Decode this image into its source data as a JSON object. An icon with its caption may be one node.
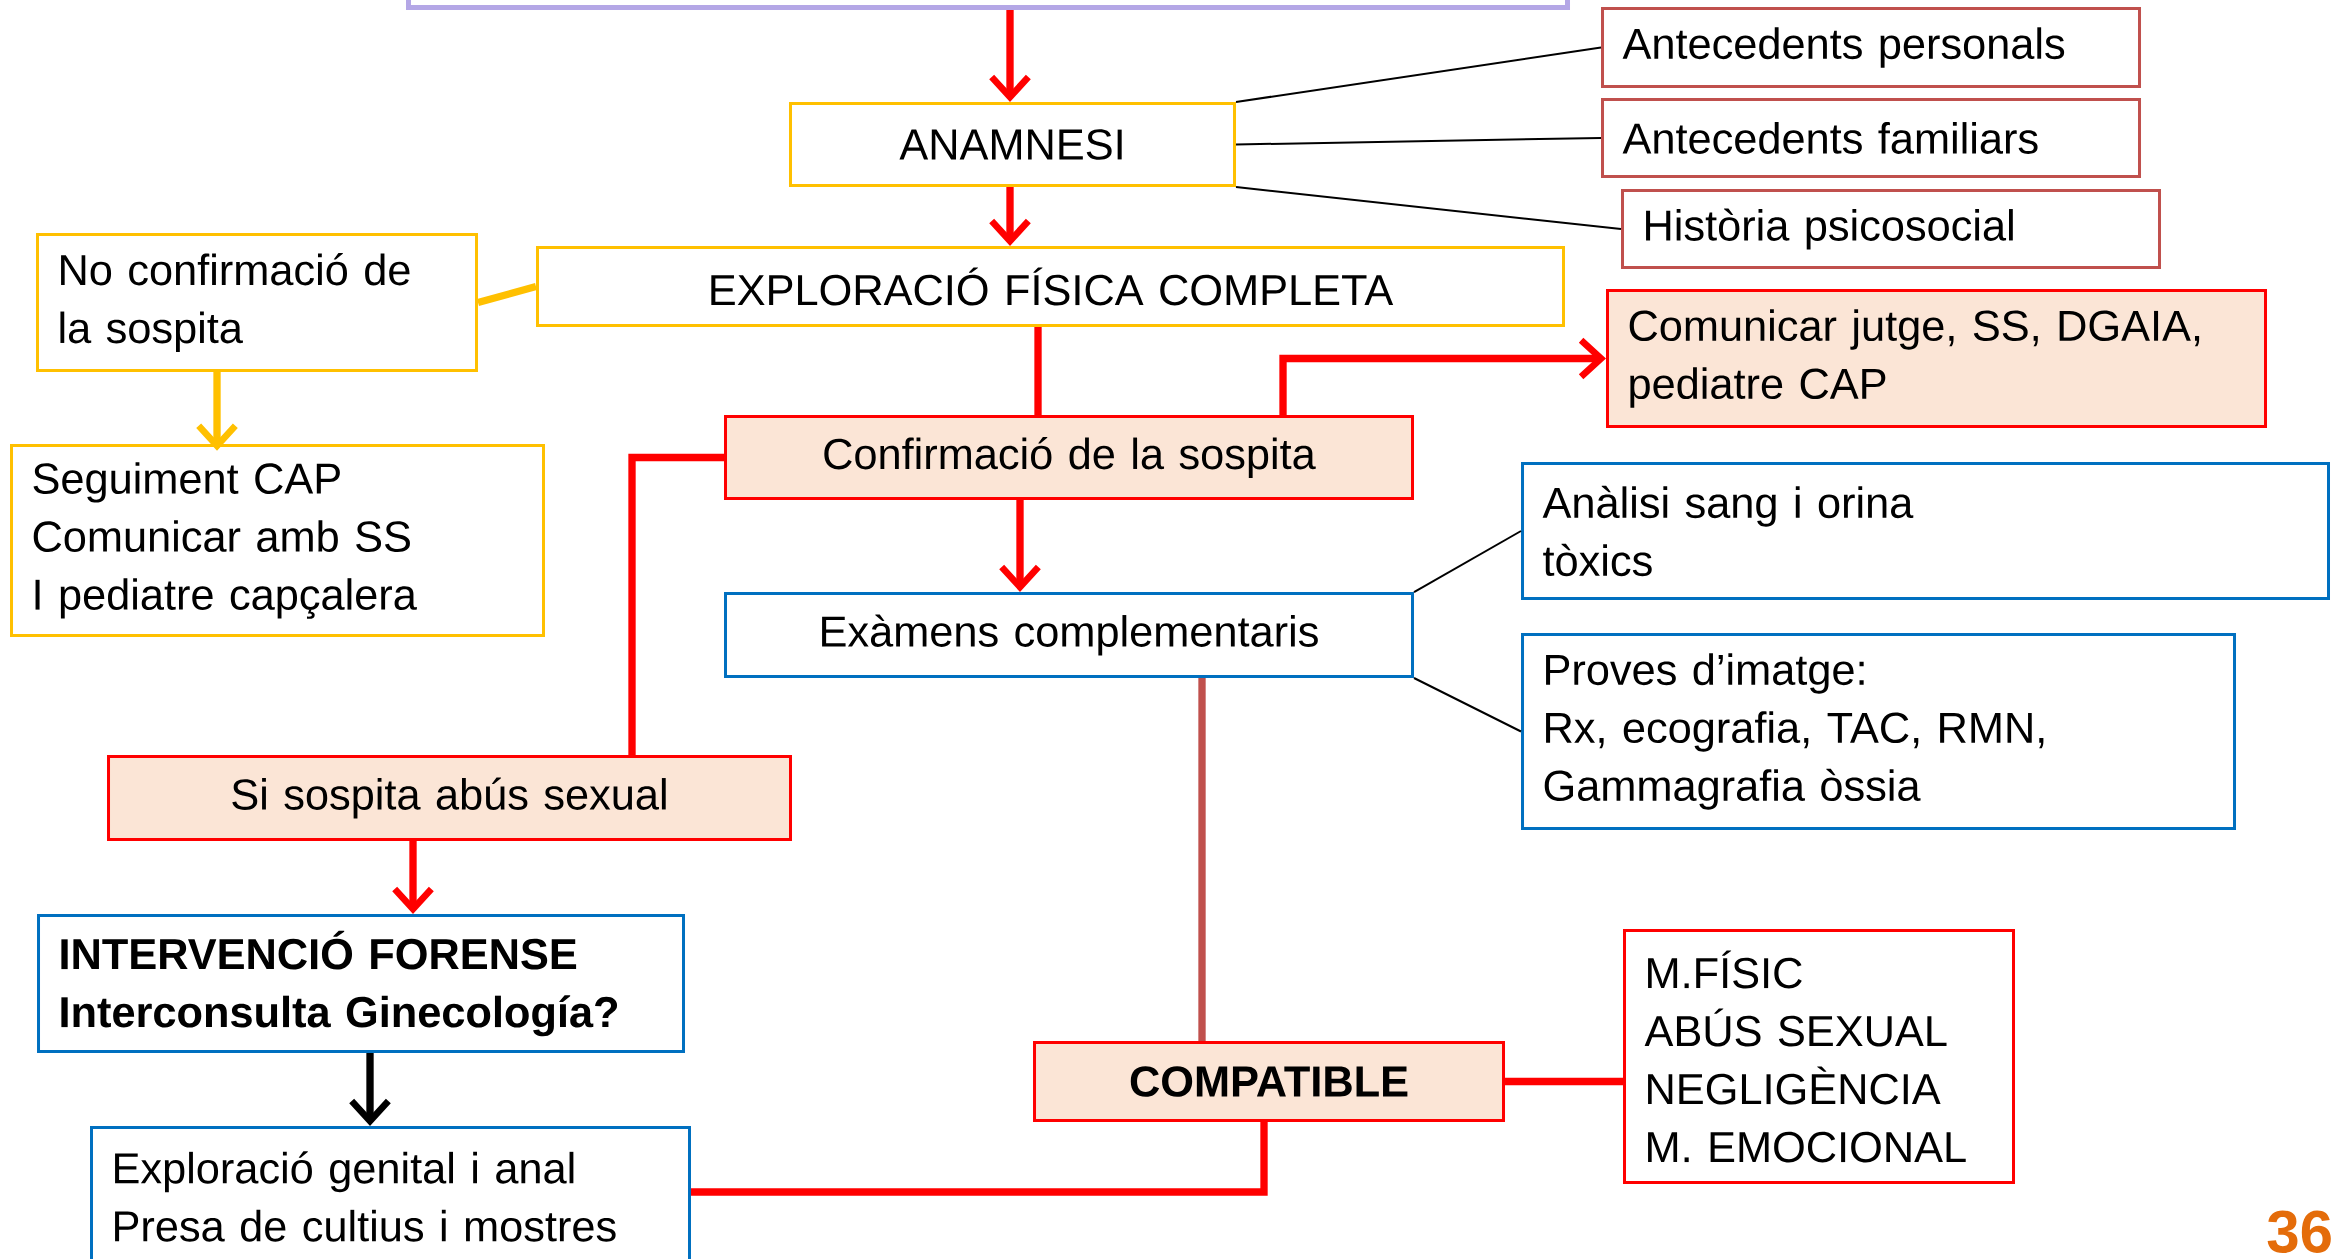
{
  "diagram": {
    "nodes": [
      {
        "text": [],
        "shape": "box"
      },
      {
        "text": [
          "ANAMNESI"
        ]
      },
      {
        "text": [
          "Antecedents personals"
        ]
      },
      {
        "text": [
          "Antecedents familiars"
        ]
      },
      {
        "text": [
          "Història psicosocial"
        ]
      },
      {
        "text": [
          "No confirmació de la sospita"
        ]
      },
      {
        "text": [
          "EXPLORACIÓ FÍSICA COMPLETA"
        ]
      },
      {
        "text": [
          "Comunicar jutge, SS, DGAIA, pediatre CAP"
        ]
      },
      {
        "text": [
          "Seguiment CAP",
          "Comunicar amb SS",
          "I pediatre capçalera"
        ]
      },
      {
        "text": [
          "Confirmació de la sospita"
        ]
      },
      {
        "text": [
          "Anàlisi sang i orina tòxics"
        ]
      },
      {
        "text": [
          "Exàmens complementaris"
        ]
      },
      {
        "text": [
          "Proves d’imatge:",
          "Rx, ecografia, TAC, RMN, Gammagrafia òssia"
        ]
      },
      {
        "text": [
          "Si sospita abús sexual"
        ]
      },
      {
        "text": [
          "INTERVENCIÓ FORENSE",
          "Interconsulta Ginecología?"
        ]
      },
      {
        "text": [
          "M.FÍSIC",
          "ABÚS SEXUAL",
          "NEGLIGÈNCIA",
          "M. EMOCIONAL"
        ]
      },
      {
        "text": [
          "COMPATIBLE"
        ]
      },
      {
        "text": [
          "Exploració genital i anal",
          "Presa de cultius i mostres"
        ]
      }
    ],
    "edges": [
      {
        "from": 0,
        "to": 1,
        "arrow": "to"
      },
      {
        "from": 1,
        "to": 2,
        "arrow": "none",
        "color": "#000000"
      },
      {
        "from": 1,
        "to": 3,
        "arrow": "none",
        "color": "#000000"
      },
      {
        "from": 1,
        "to": 4,
        "arrow": "none",
        "color": "#000000"
      },
      {
        "from": 1,
        "to": 6,
        "arrow": "to"
      },
      {
        "from": 6,
        "to": 5,
        "arrow": "none",
        "color": "#ffc000"
      },
      {
        "from": 5,
        "to": 8,
        "arrow": "to",
        "color": "#ffc000"
      },
      {
        "from": 6,
        "to": 9,
        "arrow": "none"
      },
      {
        "from": 9,
        "to": 7,
        "arrow": "to"
      },
      {
        "from": 9,
        "to": 11,
        "arrow": "to"
      },
      {
        "from": 9,
        "to": 13,
        "arrow": "none"
      },
      {
        "from": 11,
        "to": 10,
        "arrow": "none",
        "color": "#000000"
      },
      {
        "from": 11,
        "to": 12,
        "arrow": "none",
        "color": "#000000"
      },
      {
        "from": 11,
        "to": 16,
        "arrow": "none",
        "color": "#c0504d"
      },
      {
        "from": 13,
        "to": 14,
        "arrow": "to"
      },
      {
        "from": 14,
        "to": 17,
        "arrow": "to",
        "color": "#000000"
      },
      {
        "from": 16,
        "to": 15,
        "arrow": "none"
      },
      {
        "from": 17,
        "to": 16,
        "arrow": "none"
      }
    ],
    "labels": [
      "36"
    ]
  }
}
